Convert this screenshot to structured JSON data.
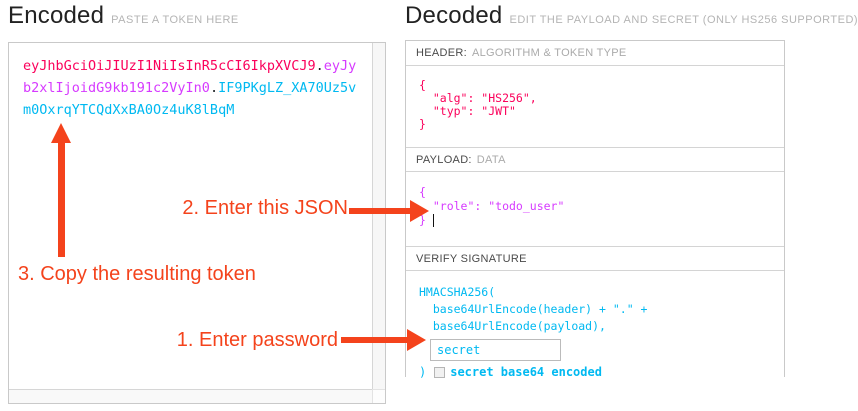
{
  "encoded_panel": {
    "title": "Encoded",
    "subtitle": "PASTE A TOKEN HERE",
    "token": {
      "header_part": "eyJhbGciOiJIUzI1NiIsInR5cCI6IkpXVCJ9",
      "payload_part": "eyJyb2xlIjoidG9kb191c2VyIn0",
      "signature_part": "IF9PKgLZ_XA70Uz5vm0OxrqYTCQdXxBA0Oz4uK8lBqM",
      "display_lines": [
        [
          {
            "text": "eyJhbGciOiJIUzI1NiIsInR5cCI6IkpXVCJ9",
            "part": "header"
          },
          {
            "text": ".",
            "part": "dot"
          },
          {
            "text": "eyJy",
            "part": "payload"
          }
        ],
        [
          {
            "text": "b2xlIjoidG9kb191c2VyIn0",
            "part": "payload"
          },
          {
            "text": ".",
            "part": "dot"
          },
          {
            "text": "IF9PKgLZ_XA70Uz5v",
            "part": "signature"
          }
        ],
        [
          {
            "text": "m0OxrqYTCQdXxBA0Oz4uK8lBqM",
            "part": "signature"
          }
        ]
      ]
    }
  },
  "decoded_panel": {
    "title": "Decoded",
    "subtitle": "EDIT THE PAYLOAD AND SECRET (ONLY HS256 SUPPORTED)",
    "header_section": {
      "label": "HEADER:",
      "sublabel": "ALGORITHM & TOKEN TYPE",
      "json_lines": [
        "{",
        "  \"alg\": \"HS256\",",
        "  \"typ\": \"JWT\"",
        "}"
      ]
    },
    "payload_section": {
      "label": "PAYLOAD:",
      "sublabel": "DATA",
      "json_lines": [
        "{",
        "  \"role\": \"todo_user\"",
        "}"
      ]
    },
    "signature_section": {
      "label": "VERIFY SIGNATURE",
      "code_lines": [
        "HMACSHA256(",
        "  base64UrlEncode(header) + \".\" +",
        "  base64UrlEncode(payload),"
      ],
      "secret_value": "secret",
      "closing_paren": ")",
      "checkbox_label": "secret base64 encoded",
      "checkbox_checked": false
    }
  },
  "annotations": {
    "step1_label": "1. Enter password",
    "step2_label": "2. Enter this JSON",
    "step3_label": "3. Copy the resulting token"
  },
  "colors": {
    "token_header": "#fb015b",
    "token_payload": "#d63aff",
    "token_signature": "#00b9f1",
    "annotation_red": "#f4431c"
  }
}
